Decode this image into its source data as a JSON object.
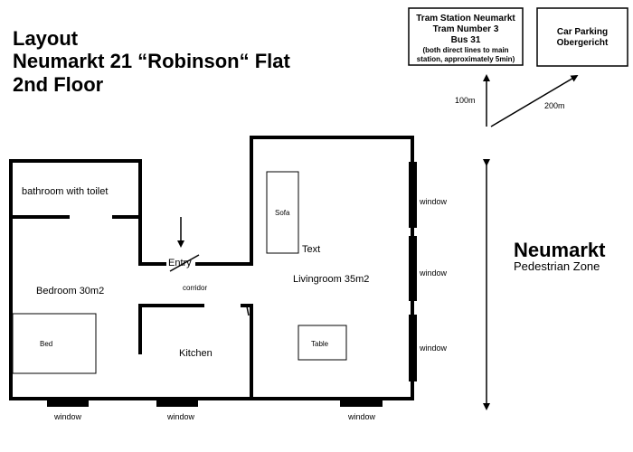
{
  "title": {
    "line1": "Layout",
    "line2": "Neumarkt 21 “Robinson“ Flat",
    "line3": "2nd Floor"
  },
  "rooms": {
    "bathroom": "bathroom with toilet",
    "bedroom": "Bedroom 30m2",
    "bed": "Bed",
    "entry": "Entry",
    "corridor": "corridor",
    "kitchen": "Kitchen",
    "livingroom": "Livingroom 35m2",
    "sofa": "Sofa",
    "text": "Text",
    "table": "Table"
  },
  "windows": {
    "bottom_left": "window",
    "bottom_mid": "window",
    "bottom_right": "window",
    "right_top": "window",
    "right_mid": "window",
    "right_bottom": "window"
  },
  "tram_box": {
    "line1": "Tram Station Neumarkt",
    "line2": "Tram Number 3",
    "line3": "Bus 31",
    "line4": "(both direct lines to main",
    "line5": "station, approximately 5min)"
  },
  "parking_box": {
    "line1": "Car Parking",
    "line2": "Obergericht"
  },
  "distances": {
    "tram": "100m",
    "parking": "200m"
  },
  "zone": {
    "name": "Neumarkt",
    "sub": "Pedestrian Zone"
  }
}
